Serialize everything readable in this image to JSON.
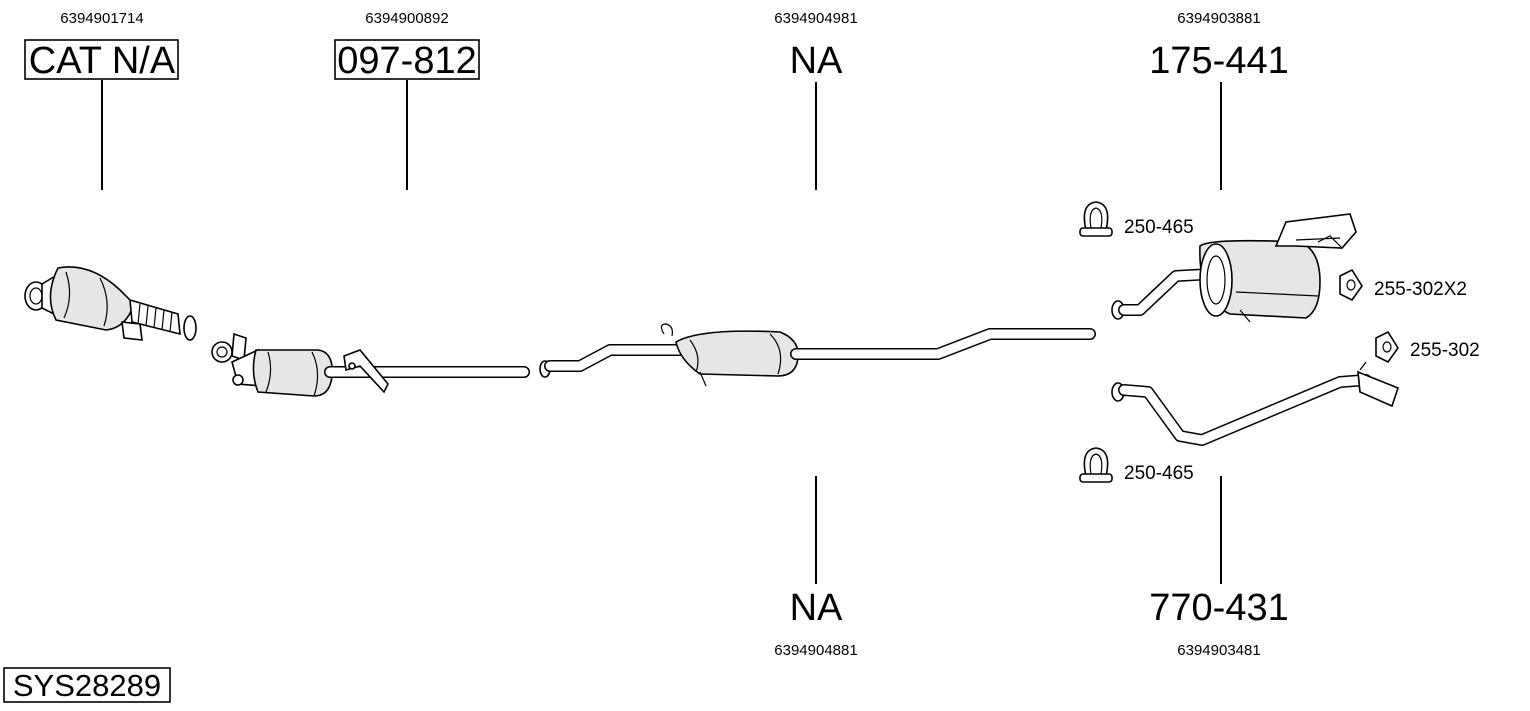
{
  "system_code": "SYS28289",
  "parts": [
    {
      "id": "catalyst",
      "oem": "6394901714",
      "part_no": "CAT N/A",
      "boxed": true
    },
    {
      "id": "dpf",
      "oem": "6394900892",
      "part_no": "097-812",
      "boxed": true
    },
    {
      "id": "center-silencer",
      "oem": "6394904981",
      "part_no": "NA",
      "boxed": false
    },
    {
      "id": "rear-silencer",
      "oem": "6394903881",
      "part_no": "175-441",
      "boxed": false
    },
    {
      "id": "middle-pipe",
      "oem": "6394904881",
      "part_no": "NA",
      "boxed": false
    },
    {
      "id": "tail-pipe",
      "oem": "6394903481",
      "part_no": "770-431",
      "boxed": false
    }
  ],
  "accessories": [
    {
      "id": "clamp-top",
      "label": "250-465",
      "icon": "clamp-icon"
    },
    {
      "id": "hanger-rear",
      "label": "255-302X2",
      "icon": "rubber-hanger-icon"
    },
    {
      "id": "hanger-tail",
      "label": "255-302",
      "icon": "rubber-hanger-icon"
    },
    {
      "id": "clamp-bottom",
      "label": "250-465",
      "icon": "clamp-icon"
    }
  ]
}
